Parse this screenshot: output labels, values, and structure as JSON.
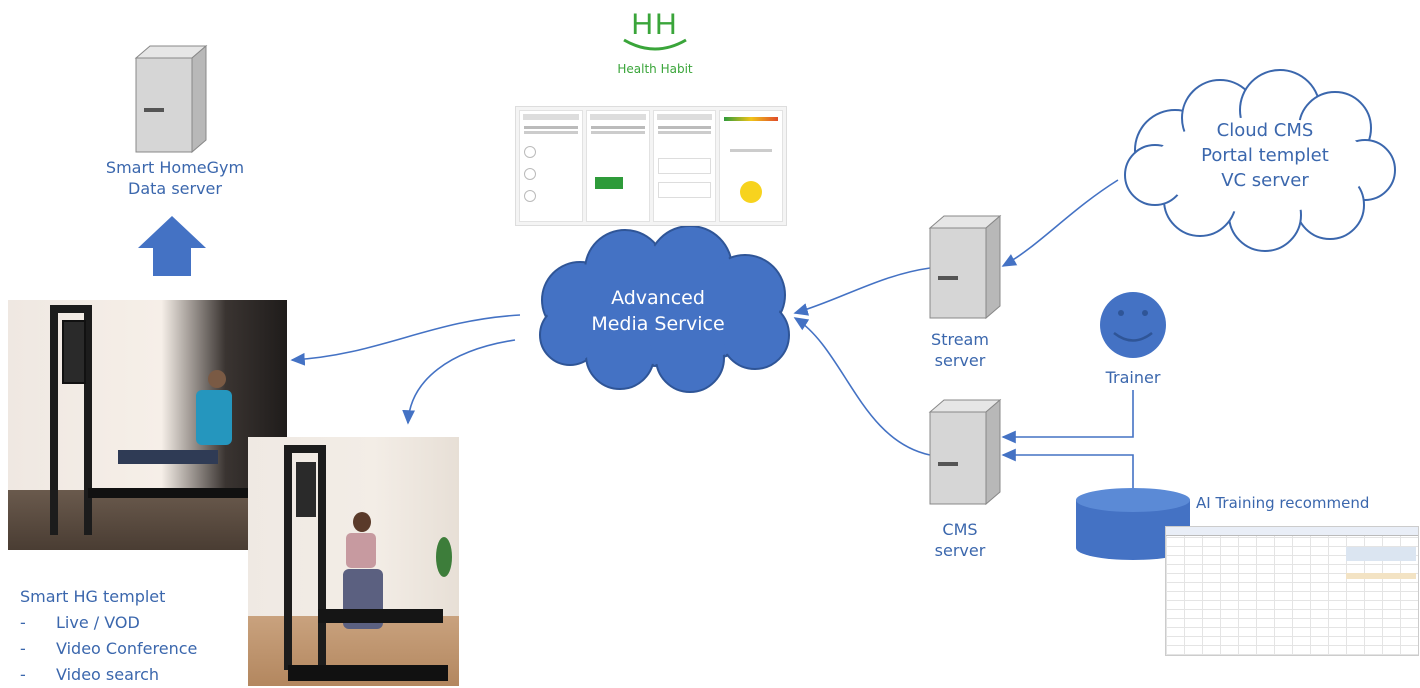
{
  "logo": {
    "monogram": "HH",
    "name": "Health Habit"
  },
  "data_server": {
    "line1": "Smart HomeGym",
    "line2": "Data server"
  },
  "media_service": {
    "line1": "Advanced",
    "line2": "Media Service"
  },
  "cloud_cms": {
    "line1": "Cloud CMS",
    "line2": "Portal templet",
    "line3": "VC server"
  },
  "stream_server": {
    "line1": "Stream",
    "line2": "server"
  },
  "cms_server": {
    "line1": "CMS",
    "line2": "server"
  },
  "trainer": {
    "label": "Trainer"
  },
  "ai_training": {
    "label": "AI Training recommend"
  },
  "smart_hg": {
    "title": "Smart HG templet",
    "items": [
      "Live / VOD",
      "Video Conference",
      "Video search"
    ],
    "bullet": "-"
  },
  "colors": {
    "label_blue": "#3b67ad",
    "shape_blue": "#4472c4",
    "logo_green": "#3aa53a"
  }
}
